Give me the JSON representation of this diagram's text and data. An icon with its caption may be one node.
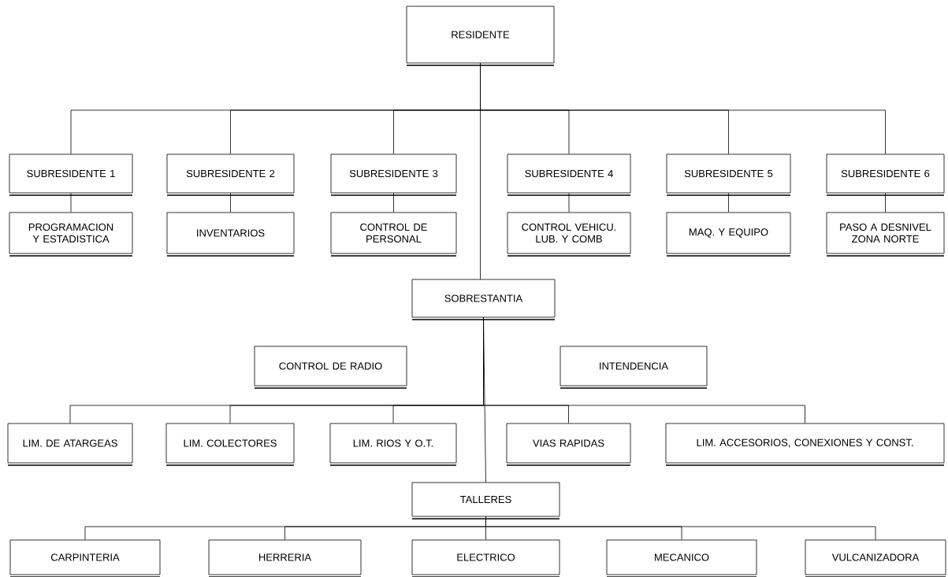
{
  "diagram": {
    "nodes": [
      {
        "text": [
          "RESIDENTE"
        ]
      },
      {
        "text": [
          "SUBRESIDENTE 1"
        ]
      },
      {
        "text": [
          "SUBRESIDENTE 2"
        ]
      },
      {
        "text": [
          "SUBRESIDENTE 3"
        ]
      },
      {
        "text": [
          "SUBRESIDENTE 4"
        ]
      },
      {
        "text": [
          "SUBRESIDENTE 5"
        ]
      },
      {
        "text": [
          "SUBRESIDENTE 6"
        ]
      },
      {
        "text": [
          "PROGRAMACION Y ESTADISTICA"
        ]
      },
      {
        "text": [
          "INVENTARIOS"
        ]
      },
      {
        "text": [
          "CONTROL DE PERSONAL"
        ]
      },
      {
        "text": [
          "CONTROL VEHICU. LUB. Y COMB"
        ]
      },
      {
        "text": [
          "MAQ. Y EQUIPO"
        ]
      },
      {
        "text": [
          "PASO A DESNIVEL ZONA NORTE"
        ]
      },
      {
        "text": [
          "SOBRESTANTIA"
        ]
      },
      {
        "text": [
          "CONTROL DE RADIO"
        ]
      },
      {
        "text": [
          "INTENDENCIA"
        ]
      },
      {
        "text": [
          "LIM. DE ATARGEAS"
        ]
      },
      {
        "text": [
          "LIM. COLECTORES"
        ]
      },
      {
        "text": [
          "LIM. RIOS Y O.T."
        ]
      },
      {
        "text": [
          "VIAS RAPIDAS"
        ]
      },
      {
        "text": [
          "LIM. ACCESORIOS, CONEXIONES Y CONST."
        ]
      },
      {
        "text": [
          "TALLERES"
        ]
      },
      {
        "text": [
          "CARPINTERIA"
        ]
      },
      {
        "text": [
          "HERRERIA"
        ]
      },
      {
        "text": [
          "ELECTRICO"
        ]
      },
      {
        "text": [
          "MECANICO"
        ]
      },
      {
        "text": [
          "VULCANIZADORA"
        ]
      }
    ],
    "edges": [
      {
        "from": 0,
        "to": 1,
        "arrow": "none"
      },
      {
        "from": 0,
        "to": 2,
        "arrow": "none"
      },
      {
        "from": 0,
        "to": 3,
        "arrow": "none"
      },
      {
        "from": 0,
        "to": 4,
        "arrow": "none"
      },
      {
        "from": 0,
        "to": 5,
        "arrow": "none"
      },
      {
        "from": 0,
        "to": 6,
        "arrow": "none"
      },
      {
        "from": 1,
        "to": 7,
        "arrow": "none"
      },
      {
        "from": 2,
        "to": 8,
        "arrow": "none"
      },
      {
        "from": 3,
        "to": 9,
        "arrow": "none"
      },
      {
        "from": 4,
        "to": 10,
        "arrow": "none"
      },
      {
        "from": 5,
        "to": 11,
        "arrow": "none"
      },
      {
        "from": 6,
        "to": 12,
        "arrow": "none"
      },
      {
        "from": 0,
        "to": 13,
        "arrow": "none"
      },
      {
        "from": 13,
        "to": 16,
        "arrow": "none"
      },
      {
        "from": 13,
        "to": 17,
        "arrow": "none"
      },
      {
        "from": 13,
        "to": 18,
        "arrow": "none"
      },
      {
        "from": 13,
        "to": 19,
        "arrow": "none"
      },
      {
        "from": 13,
        "to": 20,
        "arrow": "none"
      },
      {
        "from": 13,
        "to": 21,
        "arrow": "none"
      },
      {
        "from": 21,
        "to": 22,
        "arrow": "none"
      },
      {
        "from": 21,
        "to": 23,
        "arrow": "none"
      },
      {
        "from": 21,
        "to": 24,
        "arrow": "none"
      },
      {
        "from": 21,
        "to": 25,
        "arrow": "none"
      },
      {
        "from": 21,
        "to": 26,
        "arrow": "none"
      }
    ]
  }
}
